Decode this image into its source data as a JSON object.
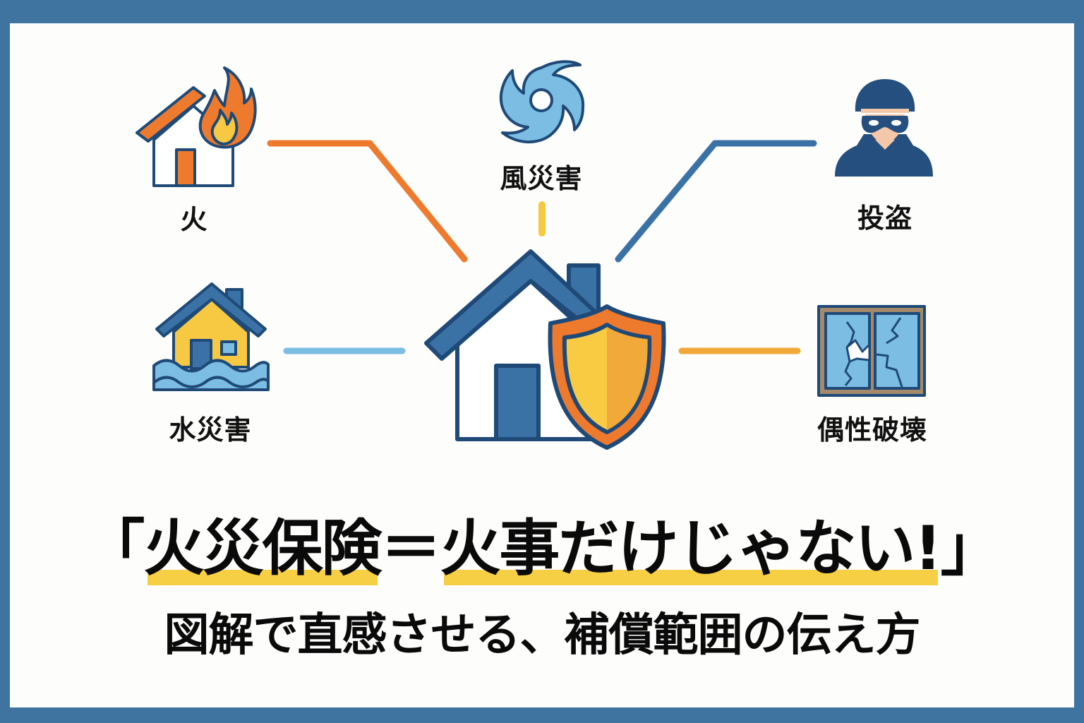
{
  "colors": {
    "frame": "#3f73a0",
    "background": "#fdfdfb",
    "navy_outline": "#1f4a78",
    "house_blue": "#3b72a6",
    "fire_orange": "#ee7a2e",
    "flame_yellow": "#f7c943",
    "sky_blue": "#7cbde3",
    "shield_orange": "#ee7a2e",
    "shield_yellow": "#f8cb42",
    "shield_amber": "#f1a93a",
    "highlight_yellow": "#f7cf45",
    "skin": "#f3c7a8",
    "window_frame_brown": "#a48a6a"
  },
  "center": {
    "icon": "house-with-shield-icon"
  },
  "perils": [
    {
      "id": "fire",
      "label": "火",
      "icon": "burning-house-icon",
      "connector_color": "#ee7a2e"
    },
    {
      "id": "wind",
      "label": "風災害",
      "icon": "typhoon-icon",
      "connector_color": "#f7c943"
    },
    {
      "id": "theft",
      "label": "投盗",
      "icon": "burglar-icon",
      "connector_color": "#3b72a6"
    },
    {
      "id": "water",
      "label": "水災害",
      "icon": "flooded-house-icon",
      "connector_color": "#7cbde3"
    },
    {
      "id": "breakage",
      "label": "偶性破壊",
      "icon": "broken-window-icon",
      "connector_color": "#f1a93a"
    }
  ],
  "headline": {
    "open_bracket": "「",
    "part1": "火災保険",
    "equals": "＝",
    "part2": "火事だけじゃない!",
    "close_bracket": "」",
    "subtitle": "図解で直感させる、補償範囲の伝え方"
  }
}
